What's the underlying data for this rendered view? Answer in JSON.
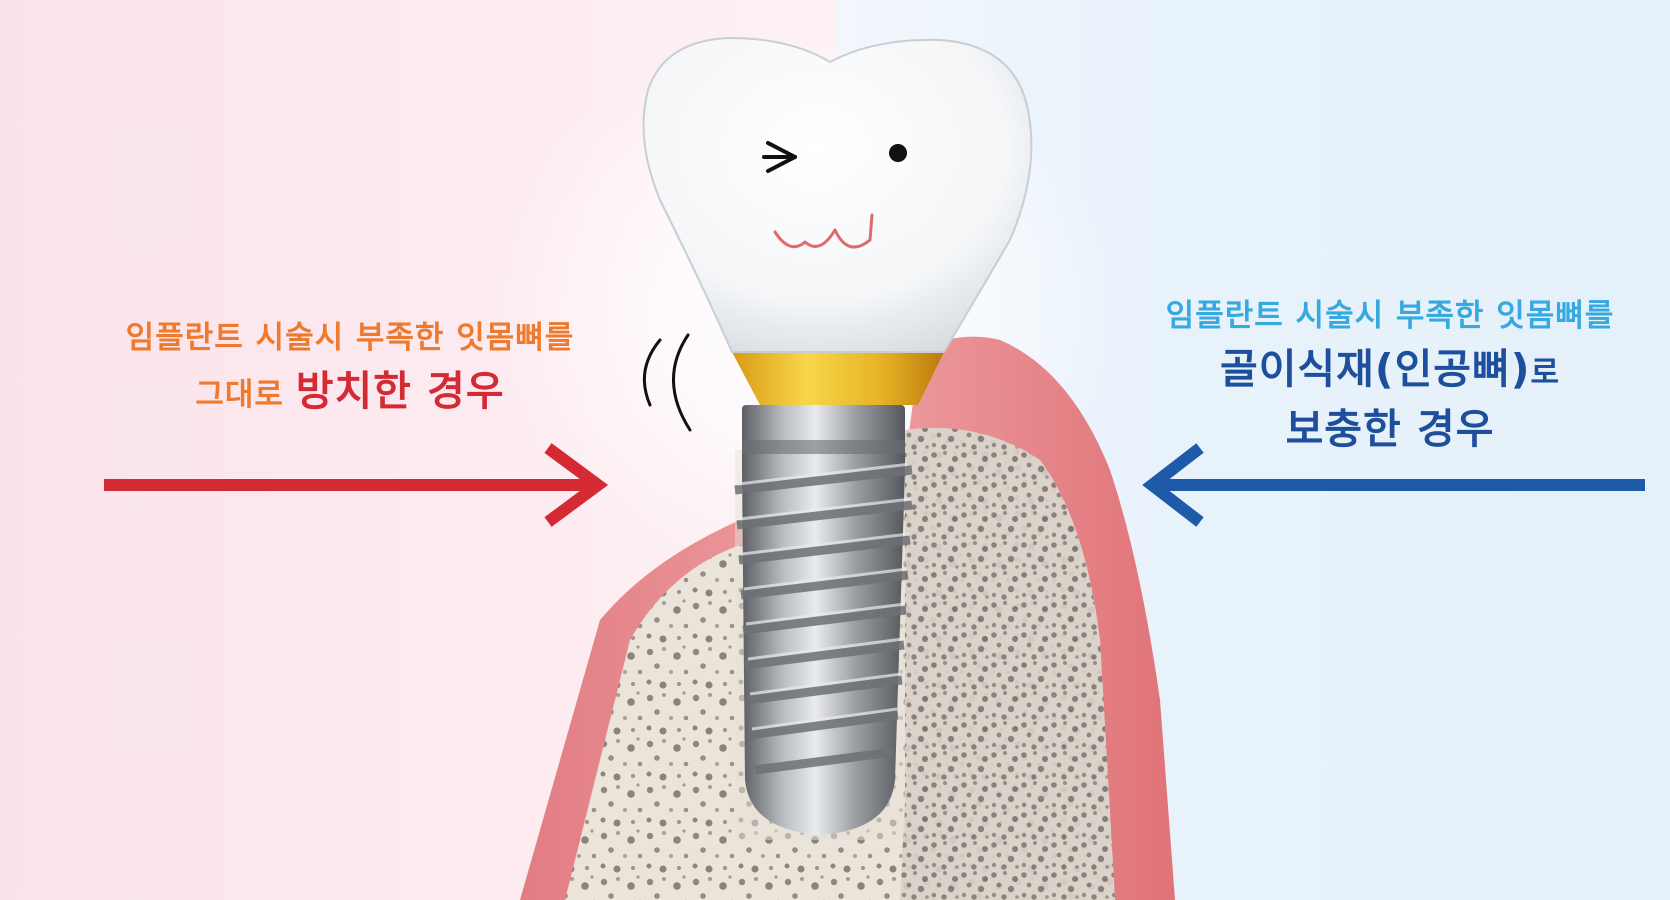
{
  "left_caption": {
    "line1": "임플란트 시술시 부족한 잇몸뼈를",
    "line2_prefix": "그대로 ",
    "line2_emphasis": "방치한 경우"
  },
  "right_caption": {
    "line1": "임플란트 시술시 부족한 잇몸뼈를",
    "line2_emphasis": "골이식재(인공뼈)",
    "line2_suffix": "로",
    "line3": "보충한 경우"
  },
  "colors": {
    "left_text": "#ef7a2e",
    "left_emphasis": "#d42a33",
    "left_arrow": "#d42a33",
    "right_text": "#35a9e0",
    "right_emphasis": "#1e4f9c",
    "right_arrow": "#1e5aa8",
    "gum": "#e88a8f",
    "bone": "#e9e2d9",
    "crown_collar": "#e2a91f",
    "implant": "#8f9296"
  },
  "icons": {
    "left_arrow": "arrow-right-icon",
    "right_arrow": "arrow-left-icon",
    "wobble": "vibration-arcs-icon"
  }
}
